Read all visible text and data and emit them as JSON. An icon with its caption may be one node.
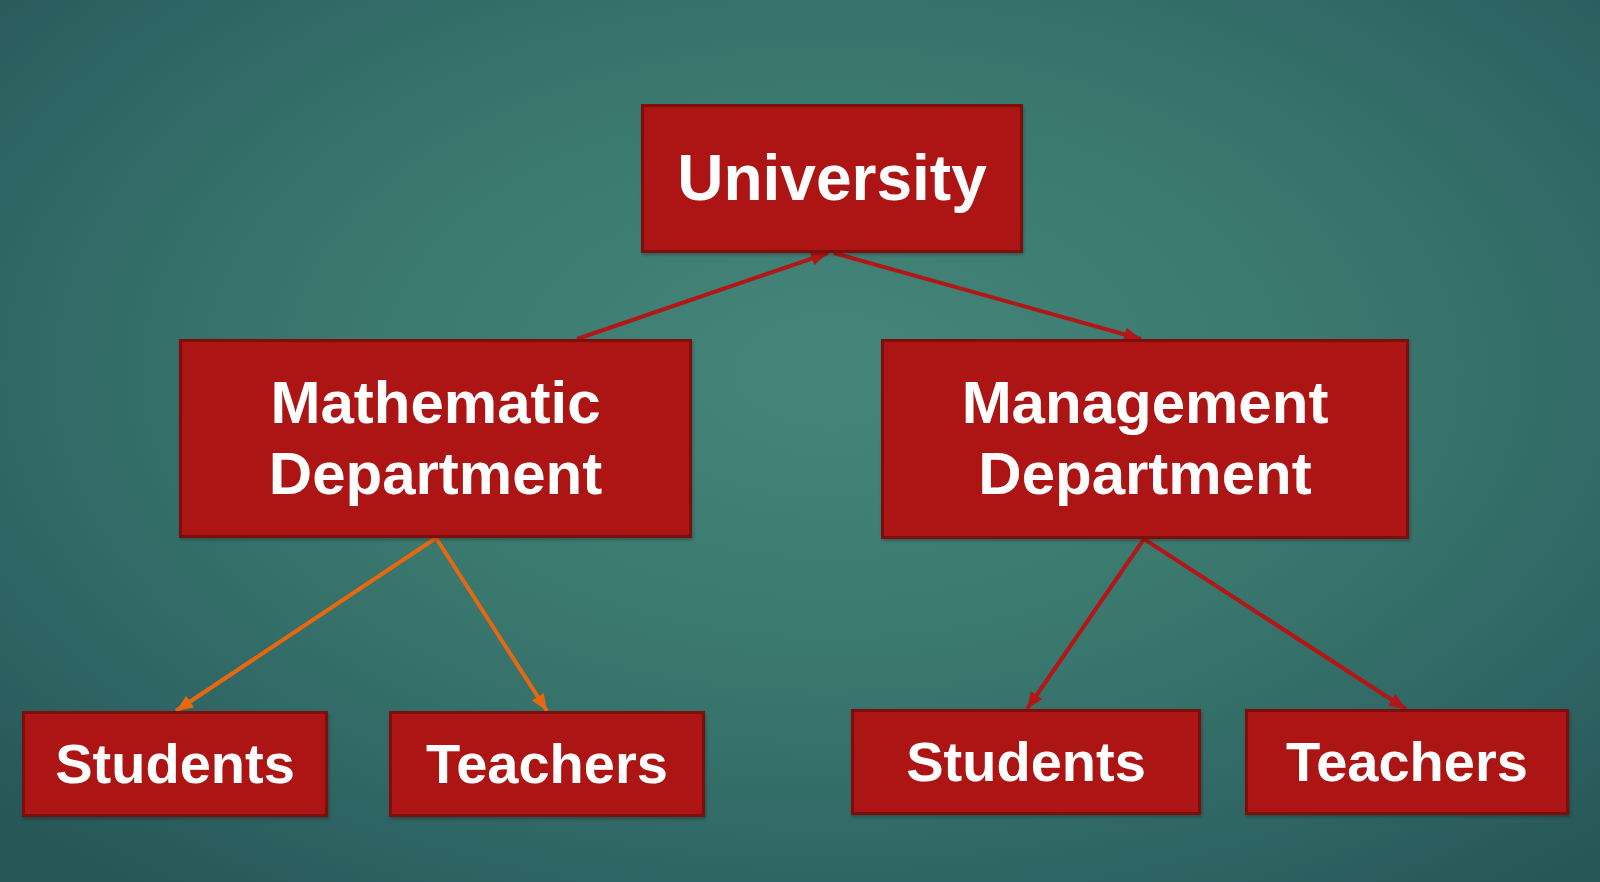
{
  "diagram": {
    "nodes": [
      {
        "text": [
          "University"
        ]
      },
      {
        "text": [
          "Mathematic Department"
        ]
      },
      {
        "text": [
          "Management Department"
        ]
      },
      {
        "text": [
          "Students"
        ]
      },
      {
        "text": [
          "Teachers"
        ]
      },
      {
        "text": [
          "Students"
        ]
      },
      {
        "text": [
          "Teachers"
        ]
      }
    ],
    "edges": [
      {
        "from": 1,
        "to": 0,
        "arrow": "to"
      },
      {
        "from": 0,
        "to": 2,
        "arrow": "to"
      },
      {
        "from": 1,
        "to": 3,
        "arrow": "to",
        "color": "#e8680f"
      },
      {
        "from": 1,
        "to": 4,
        "arrow": "to",
        "color": "#e8680f"
      },
      {
        "from": 2,
        "to": 5,
        "arrow": "to"
      },
      {
        "from": 2,
        "to": 6,
        "arrow": "to"
      }
    ]
  }
}
